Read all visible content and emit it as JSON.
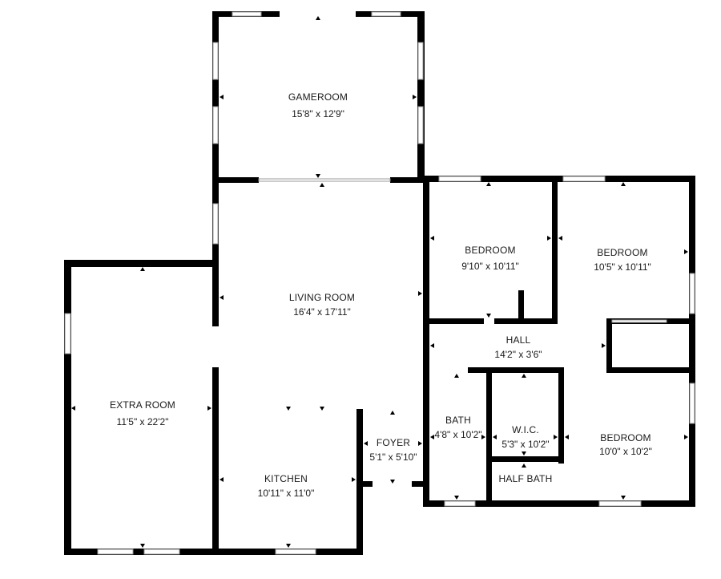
{
  "rooms": {
    "gameroom": {
      "name": "GAMEROOM",
      "dims": "15'8\" x 12'9\""
    },
    "living_room": {
      "name": "LIVING ROOM",
      "dims": "16'4\" x 17'11\""
    },
    "bedroom_1": {
      "name": "BEDROOM",
      "dims": "9'10\" x 10'11\""
    },
    "bedroom_2": {
      "name": "BEDROOM",
      "dims": "10'5\" x 10'11\""
    },
    "hall": {
      "name": "HALL",
      "dims": "14'2\" x 3'6\""
    },
    "extra_room": {
      "name": "EXTRA ROOM",
      "dims": "11'5\" x 22'2\""
    },
    "bath": {
      "name": "BATH",
      "dims": "4'8\" x 10'2\""
    },
    "wic": {
      "name": "W.I.C.",
      "dims": "5'3\" x 10'2\""
    },
    "bedroom_3": {
      "name": "BEDROOM",
      "dims": "10'0\" x 10'2\""
    },
    "foyer": {
      "name": "FOYER",
      "dims": "5'1\" x 5'10\""
    },
    "kitchen": {
      "name": "KITCHEN",
      "dims": "10'11\" x 11'0\""
    },
    "half_bath": {
      "name": "HALF BATH"
    }
  },
  "colors": {
    "wall": "#000000",
    "window_outline": "#9a9a9a",
    "background": "#ffffff"
  }
}
